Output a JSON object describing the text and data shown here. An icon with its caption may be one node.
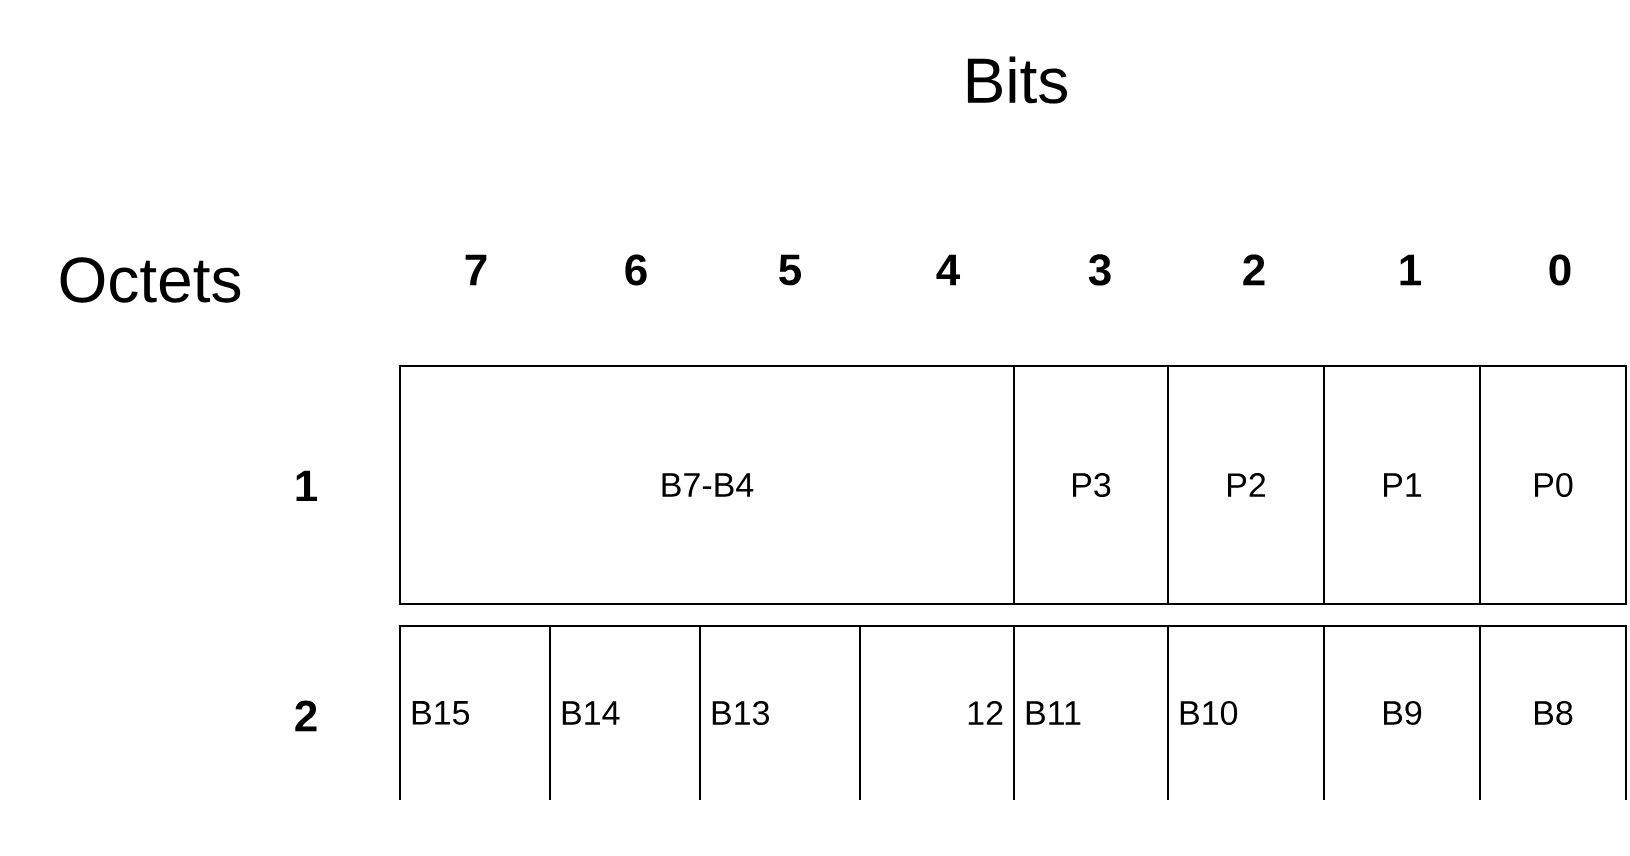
{
  "diagram": {
    "nodes": [
      {
        "text": [
          "B7-B4"
        ]
      },
      {
        "text": [
          "P3"
        ]
      },
      {
        "text": [
          "P2"
        ]
      },
      {
        "text": [
          "P1"
        ]
      },
      {
        "text": [
          "P0"
        ]
      },
      {
        "text": [
          "B15"
        ]
      },
      {
        "text": [
          "B14"
        ]
      },
      {
        "text": [
          "B13"
        ]
      },
      {
        "text": [
          "12"
        ]
      },
      {
        "text": [
          "B11"
        ]
      },
      {
        "text": [
          "B10"
        ]
      },
      {
        "text": [
          "B9"
        ]
      },
      {
        "text": [
          "B8"
        ]
      }
    ],
    "labels": [
      "Bits",
      "Octets",
      "7",
      "6",
      "5",
      "4",
      "3",
      "2",
      "1",
      "0",
      "1",
      "2"
    ]
  }
}
